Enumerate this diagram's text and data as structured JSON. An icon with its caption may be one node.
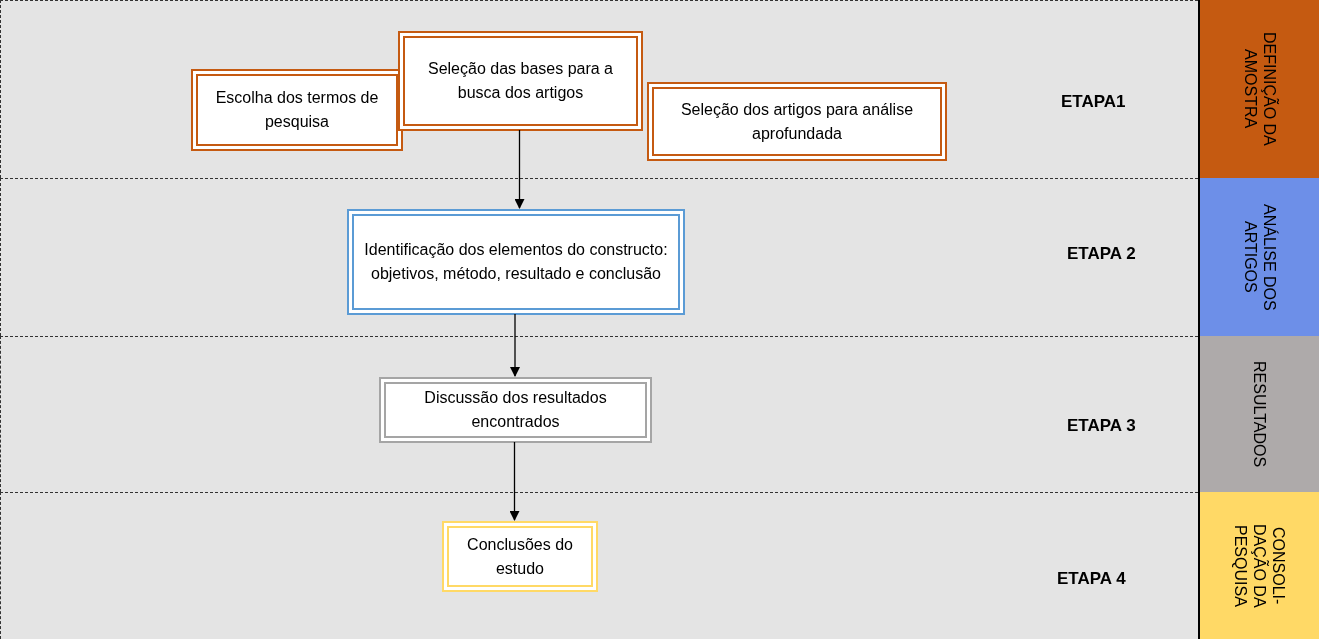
{
  "diagram": {
    "nodes": [
      {
        "text": [
          "ETAPA1"
        ]
      },
      {
        "text": [
          "Escolha dos termos de pesquisa"
        ],
        "in": 0
      },
      {
        "text": [
          "Seleção das bases para a busca dos artigos"
        ],
        "in": 0
      },
      {
        "text": [
          "Seleção dos artigos para análise aprofundada"
        ],
        "in": 0
      },
      {
        "text": [
          "DEFINIÇÃO DA AMOSTRA"
        ]
      },
      {
        "text": [
          "ETAPA 2"
        ]
      },
      {
        "text": [
          "Identificação dos elementos do constructo: objetivos, método, resultado e conclusão"
        ],
        "in": 5
      },
      {
        "text": [
          "ANÁLISE DOS ARTIGOS"
        ]
      },
      {
        "text": [
          "ETAPA 3"
        ]
      },
      {
        "text": [
          "Discussão dos resultados encontrados"
        ],
        "in": 8
      },
      {
        "text": [
          "RESULTADOS"
        ]
      },
      {
        "text": [
          "ETAPA 4"
        ]
      },
      {
        "text": [
          "Conclusões do estudo"
        ],
        "in": 11
      },
      {
        "text": [
          "CONSOLI- DAÇÃO DA PESQUISA"
        ]
      }
    ],
    "edges": [
      {
        "from": 2,
        "to": 6,
        "arrow": "to"
      },
      {
        "from": 6,
        "to": 9,
        "arrow": "to"
      },
      {
        "from": 9,
        "to": 12,
        "arrow": "to"
      }
    ]
  }
}
